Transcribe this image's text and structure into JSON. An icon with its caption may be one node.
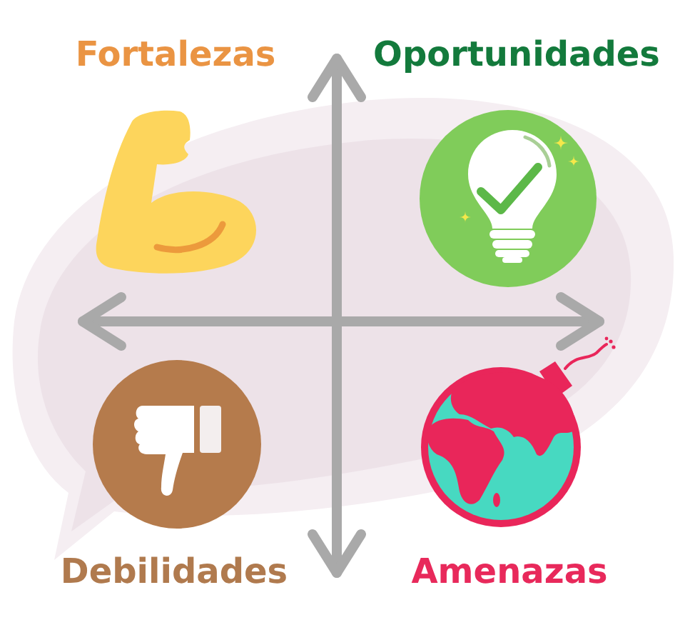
{
  "diagram": {
    "labels": [
      "Fortalezas",
      "Oportunidades",
      "Debilidades",
      "Amenazas"
    ]
  }
}
